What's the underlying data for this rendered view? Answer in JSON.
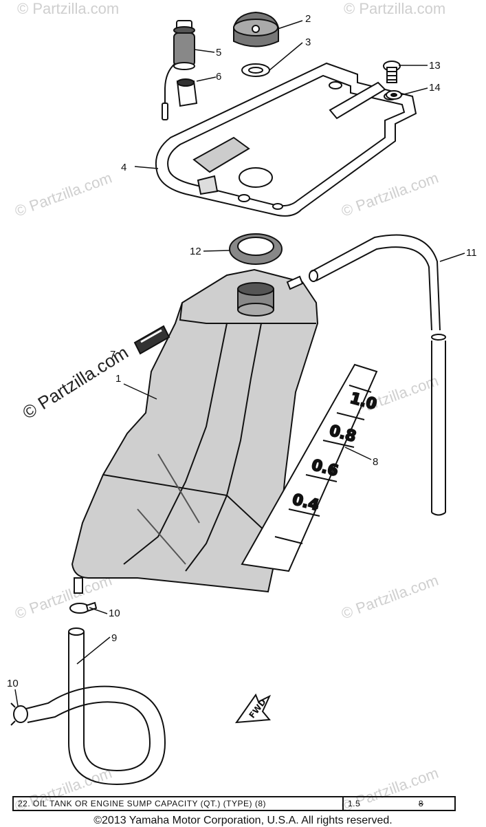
{
  "callouts": {
    "n1": "1",
    "n2": "2",
    "n3": "3",
    "n4": "4",
    "n5": "5",
    "n6": "6",
    "n7": "7",
    "n8": "8",
    "n9": "9",
    "n10a": "10",
    "n10b": "10",
    "n11": "11",
    "n12": "12",
    "n13": "13",
    "n14": "14"
  },
  "gauge": {
    "g1": "1.0",
    "g2": "0.8",
    "g3": "0.6",
    "g4": "0.4"
  },
  "fwd_label": "FWD",
  "watermark": {
    "text": "© Partzilla.com"
  },
  "capacity": {
    "label": "22.  OIL TANK OR ENGINE SUMP CAPACITY (QT.)  (TYPE) (8)",
    "qt": "1.5",
    "type": "8"
  },
  "copyright": "©2013 Yamaha Motor Corporation, U.S.A. All rights reserved."
}
